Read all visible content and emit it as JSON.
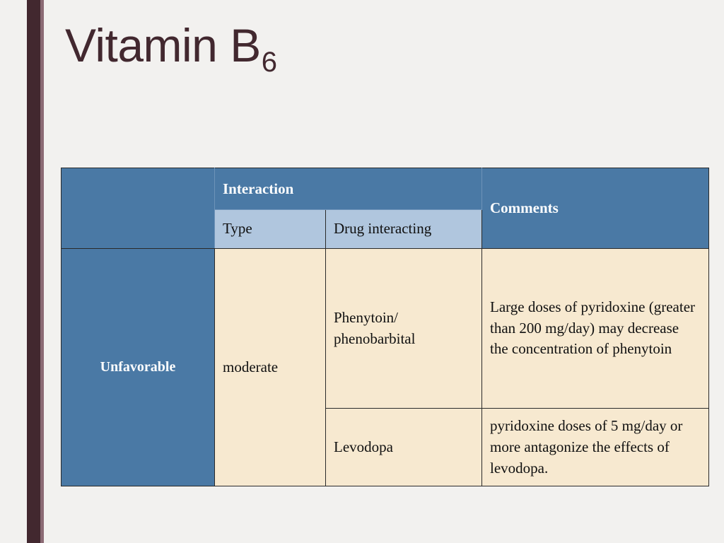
{
  "slide": {
    "title_main": "Vitamin B",
    "title_subscript": "6",
    "background_color": "#f2f1ef",
    "accent_bar_color": "#42282f",
    "accent_bar_light_color": "#8b6a74"
  },
  "table": {
    "header_blue": "#4a79a5",
    "subheader_blue": "#b0c6de",
    "body_cream": "#f7e9d0",
    "group_header": "Interaction",
    "comments_header": "Comments",
    "sub_headers": [
      "Type",
      "Drug interacting"
    ],
    "rows": [
      {
        "category": "Unfavorable",
        "type": "moderate",
        "entries": [
          {
            "drug": "Phenytoin/ phenobarbital",
            "comment": "Large doses of pyridoxine (greater than 200 mg/day) may decrease the concentration of phenytoin"
          },
          {
            "drug": "Levodopa",
            "comment": "pyridoxine doses of 5 mg/day or more antagonize the effects of levodopa."
          }
        ]
      }
    ]
  }
}
